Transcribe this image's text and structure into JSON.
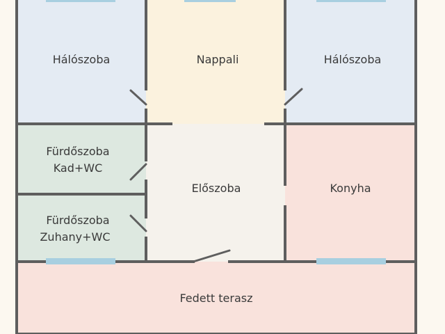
{
  "rooms": {
    "bedroom_left": "Hálószoba",
    "living_room": "Nappali",
    "bedroom_right": "Hálószoba",
    "bathroom_1_line1": "Fürdőszoba",
    "bathroom_1_line2": "Kad+WC",
    "bathroom_2_line1": "Fürdőszoba",
    "bathroom_2_line2": "Zuhany+WC",
    "hallway": "Előszoba",
    "kitchen": "Konyha",
    "terrace": "Fedett terasz"
  },
  "colors": {
    "bedroom": "#e4ebf3",
    "living_room": "#fbf2de",
    "bathroom": "#dde8e0",
    "hallway": "#f5f2ec",
    "kitchen": "#f9e2dc",
    "terrace": "#f9e2dc",
    "wall": "#5e5e5e",
    "window": "#a8cfe0",
    "background": "#fcf8f0"
  }
}
